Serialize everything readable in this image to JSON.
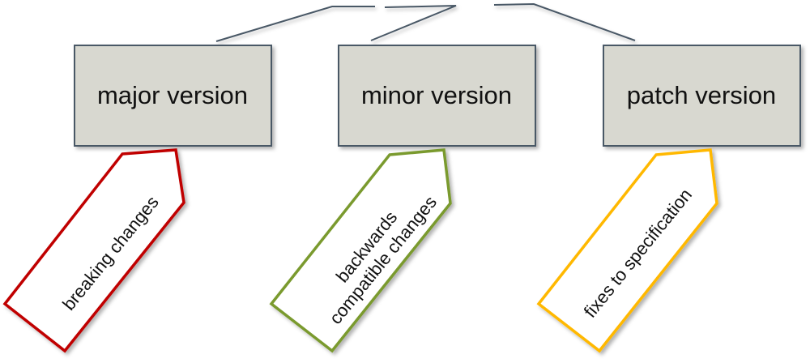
{
  "diagram": {
    "title": "semantic versioning",
    "colors": {
      "box_fill": "#d8d8d0",
      "box_border": "#4a5866",
      "connector": "#4a5866",
      "major": "#c00000",
      "minor": "#7a9a2e",
      "patch": "#ffb800"
    },
    "boxes": [
      {
        "id": "major",
        "label": "major version"
      },
      {
        "id": "minor",
        "label": "minor version"
      },
      {
        "id": "patch",
        "label": "patch version"
      }
    ],
    "tags": [
      {
        "for": "major",
        "lines": [
          "breaking changes"
        ]
      },
      {
        "for": "minor",
        "lines": [
          "backwards",
          "compatible changes"
        ]
      },
      {
        "for": "patch",
        "lines": [
          "fixes to specification"
        ]
      }
    ]
  }
}
